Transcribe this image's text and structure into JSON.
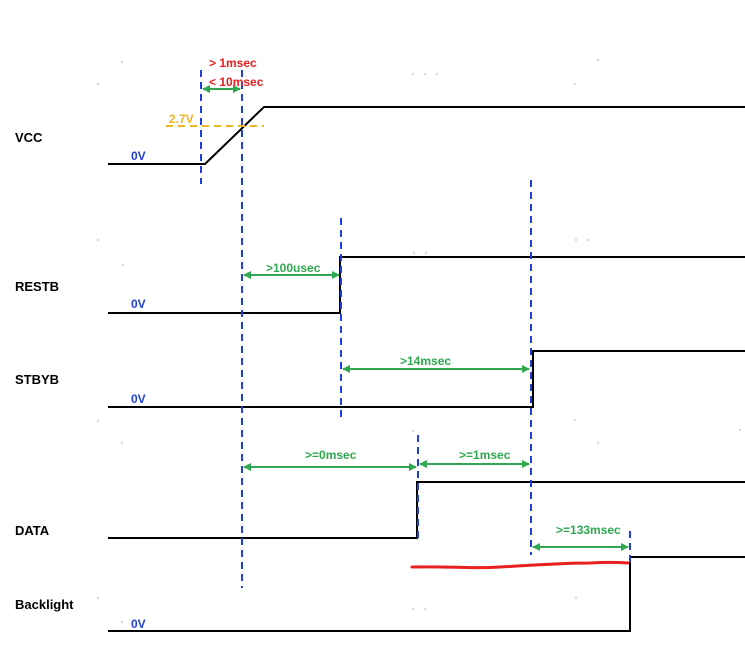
{
  "signals": {
    "vcc": {
      "name": "VCC",
      "zero": "0V"
    },
    "restb": {
      "name": "RESTB",
      "zero": "0V"
    },
    "stbyb": {
      "name": "STBYB",
      "zero": "0V"
    },
    "data": {
      "name": "DATA"
    },
    "backlight": {
      "name": "Backlight",
      "zero": "0V"
    }
  },
  "annotations": {
    "vcc_threshold": "2.7V",
    "vcc_rise_min": "> 1msec",
    "vcc_rise_max": "< 10msec",
    "vcc_to_restb": ">100usec",
    "restb_to_stbyb": ">14msec",
    "vcc_to_data": ">=0msec",
    "data_to_stbyb": ">=1msec",
    "stbyb_to_backlight": ">=133msec"
  },
  "colors": {
    "marker": "#1f3fd8",
    "timing": "#2fa84f",
    "constraint": "#e8201f",
    "threshold": "#f0b429",
    "waveform": "#000000"
  }
}
